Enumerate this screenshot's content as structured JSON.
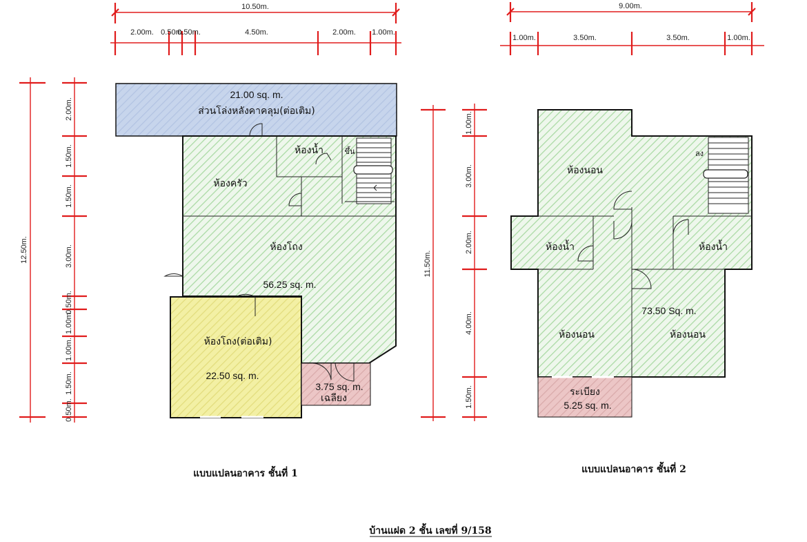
{
  "dims": {
    "p1_total": "10.50m.",
    "p1_segments": [
      "2.00m.",
      "0.50m.",
      "0.50m.",
      "4.50m.",
      "2.00m.",
      "1.00m."
    ],
    "p1_height": "12.50m.",
    "p1_rows": [
      "2.00m.",
      "1.50m.",
      "1.50m.",
      "3.00m.",
      "0.50m.",
      "1.00m.",
      "1.00m.",
      "1.50m.",
      "0.50m."
    ],
    "p2_total": "9.00m.",
    "p2_segments": [
      "1.00m.",
      "3.50m.",
      "3.50m.",
      "1.00m."
    ],
    "p2_height": "11.50m.",
    "p2_rows": [
      "1.00m.",
      "3.00m.",
      "2.00m.",
      "4.00m.",
      "1.50m."
    ]
  },
  "floor1": {
    "rear_area": "21.00 sq. m.",
    "rear_name": "ส่วนโล่งหลังคาคลุม(ต่อเติม)",
    "toilet": "ห้องน้ำ",
    "stair_up": "ขึ้น",
    "kitchen": "ห้องครัว",
    "hall": "ห้องโถง",
    "hall_area": "56.25 sq. m.",
    "ext_hall": "ห้องโถง(ต่อเติม)",
    "ext_area": "22.50 sq. m.",
    "porch_area": "3.75 sq. m.",
    "porch": "เฉลียง",
    "caption": "แบบแปลนอาคาร ชั้นที่ 1"
  },
  "floor2": {
    "bed_top": "ห้องนอน",
    "stair_down": "ลง",
    "bath_left": "ห้องน้ำ",
    "bath_right": "ห้องน้ำ",
    "area": "73.50 Sq. m.",
    "bed_left": "ห้องนอน",
    "bed_right": "ห้องนอน",
    "balcony": "ระเบียง",
    "balcony_area": "5.25 sq. m.",
    "caption": "แบบแปลนอาคาร ชั้นที่ 2"
  },
  "title": "บ้านแฝด 2 ชั้น เลขที่ 9/158",
  "colors": {
    "dim_red": "#e01b1b",
    "hatch_green": "#9fd39a",
    "fill_green": "#eef7ec",
    "rear_blue": "#c7d5ec",
    "ext_yellow": "#f3f0a4",
    "porch_pink": "#ecc6c6"
  }
}
